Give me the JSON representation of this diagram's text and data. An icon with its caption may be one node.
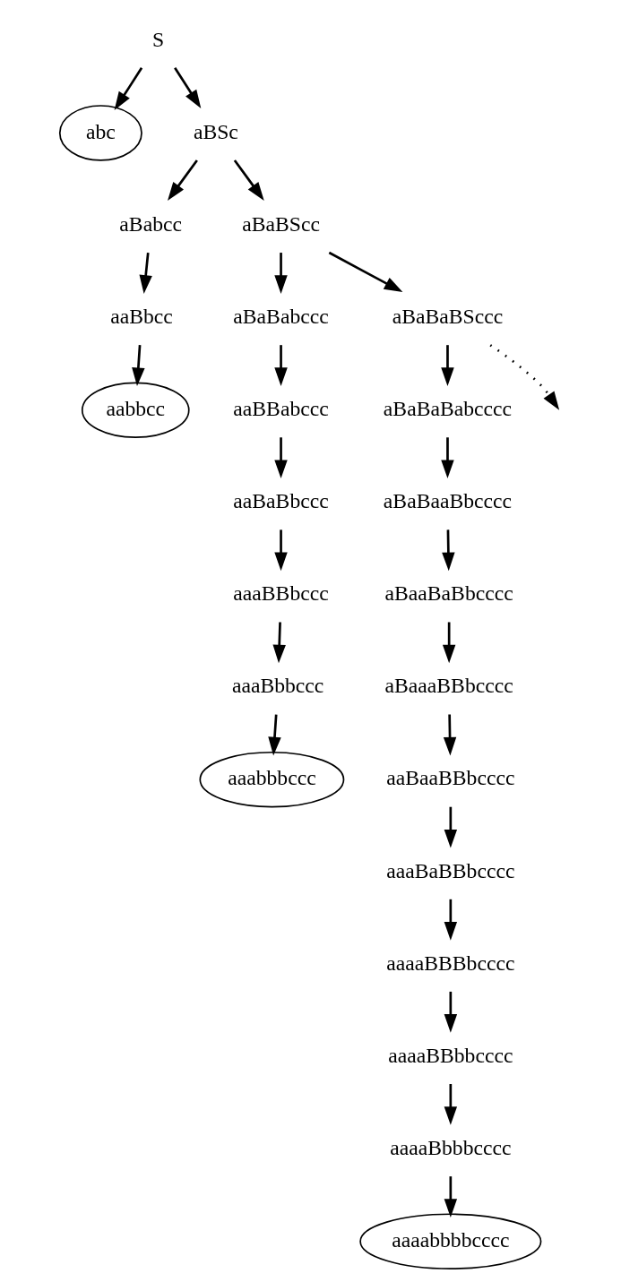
{
  "diagram": {
    "nodes": [
      {
        "text": [
          "S"
        ]
      },
      {
        "text": [
          "abc"
        ]
      },
      {
        "text": [
          "aBSc"
        ]
      },
      {
        "text": [
          "aBabcc"
        ]
      },
      {
        "text": [
          "aBaBScc"
        ]
      },
      {
        "text": [
          "aBaBabccc"
        ]
      },
      {
        "text": [
          "aBaBaBSccc"
        ]
      },
      {
        "text": [
          "aaBbcc"
        ]
      },
      {
        "text": [
          "aabbcc"
        ]
      },
      {
        "text": [
          "aaBBabccc"
        ]
      },
      {
        "text": [
          "aBaBaBabcccc"
        ]
      },
      {
        "text": [
          "aaBaBbccc"
        ]
      },
      {
        "text": [
          "aBaBaaBbcccc"
        ]
      },
      {
        "text": [
          "aaaBBbccc"
        ]
      },
      {
        "text": [
          "aBaaBaBbcccc"
        ]
      },
      {
        "text": [
          "aaaBbbccc"
        ]
      },
      {
        "text": [
          "aBaaaBBbcccc"
        ]
      },
      {
        "text": [
          "aaabbbccc"
        ]
      },
      {
        "text": [
          "aaBaaBBbcccc"
        ]
      },
      {
        "text": [
          "aaaBaBBbcccc"
        ]
      },
      {
        "text": [
          "aaaaBBBbcccc"
        ]
      },
      {
        "text": [
          "aaaaBBbbcccc"
        ]
      },
      {
        "text": [
          "aaaaBbbbcccc"
        ]
      },
      {
        "text": [
          "aaaabbbbcccc"
        ]
      }
    ],
    "edges": [
      {
        "from": 0,
        "to": 1,
        "arrow": "to"
      },
      {
        "from": 0,
        "to": 2,
        "arrow": "to"
      },
      {
        "from": 2,
        "to": 3,
        "arrow": "to"
      },
      {
        "from": 2,
        "to": 4,
        "arrow": "to"
      },
      {
        "from": 3,
        "to": 7,
        "arrow": "to"
      },
      {
        "from": 7,
        "to": 8,
        "arrow": "to"
      },
      {
        "from": 4,
        "to": 5,
        "arrow": "to"
      },
      {
        "from": 4,
        "to": 6,
        "arrow": "to"
      },
      {
        "from": 5,
        "to": 9,
        "arrow": "to"
      },
      {
        "from": 9,
        "to": 11,
        "arrow": "to"
      },
      {
        "from": 11,
        "to": 13,
        "arrow": "to"
      },
      {
        "from": 13,
        "to": 15,
        "arrow": "to"
      },
      {
        "from": 15,
        "to": 17,
        "arrow": "to"
      },
      {
        "from": 6,
        "to": 10,
        "arrow": "to"
      },
      {
        "from": 6,
        "to": null,
        "arrow": "to",
        "style": "dashed"
      },
      {
        "from": 10,
        "to": 12,
        "arrow": "to"
      },
      {
        "from": 12,
        "to": 14,
        "arrow": "to"
      },
      {
        "from": 14,
        "to": 16,
        "arrow": "to"
      },
      {
        "from": 16,
        "to": 18,
        "arrow": "to"
      },
      {
        "from": 18,
        "to": 19,
        "arrow": "to"
      },
      {
        "from": 19,
        "to": 20,
        "arrow": "to"
      },
      {
        "from": 20,
        "to": 21,
        "arrow": "to"
      },
      {
        "from": 21,
        "to": 22,
        "arrow": "to"
      },
      {
        "from": 22,
        "to": 23,
        "arrow": "to"
      }
    ]
  }
}
